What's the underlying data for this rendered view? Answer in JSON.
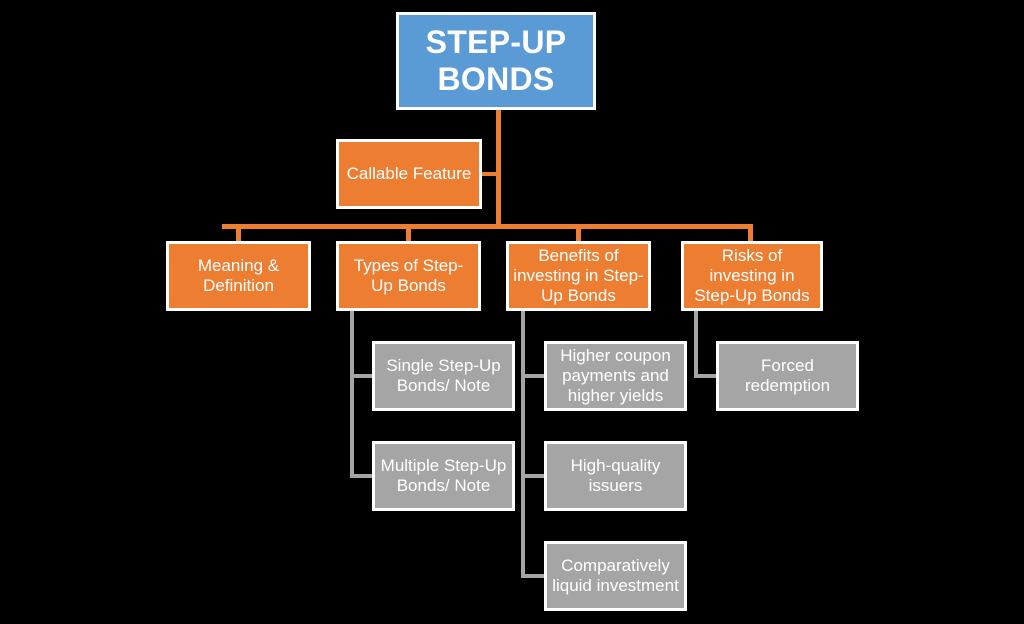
{
  "diagram": {
    "title": "STEP-UP BONDS",
    "type": "hierarchy-tree",
    "colors": {
      "background": "#000000",
      "root": "#5b9bd5",
      "level1": "#ed7d31",
      "level2": "#a5a5a5",
      "text": "#ffffff",
      "border": "#ffffff"
    },
    "root": {
      "label": "STEP-UP BONDS",
      "line1": "STEP-UP",
      "line2": "BONDS"
    },
    "side_node": {
      "label": "Callable Feature"
    },
    "branches": [
      {
        "label": "Meaning & Definition",
        "children": []
      },
      {
        "label": "Types of Step-Up Bonds",
        "children": [
          {
            "label": "Single Step-Up Bonds/ Note"
          },
          {
            "label": "Multiple Step-Up Bonds/ Note"
          }
        ]
      },
      {
        "label": "Benefits of investing in Step-Up Bonds",
        "children": [
          {
            "label": "Higher coupon payments and higher yields"
          },
          {
            "label": "High-quality issuers"
          },
          {
            "label": "Comparatively liquid investment"
          }
        ]
      },
      {
        "label": "Risks of investing in Step-Up Bonds",
        "children": [
          {
            "label": "Forced redemption"
          }
        ]
      }
    ]
  }
}
